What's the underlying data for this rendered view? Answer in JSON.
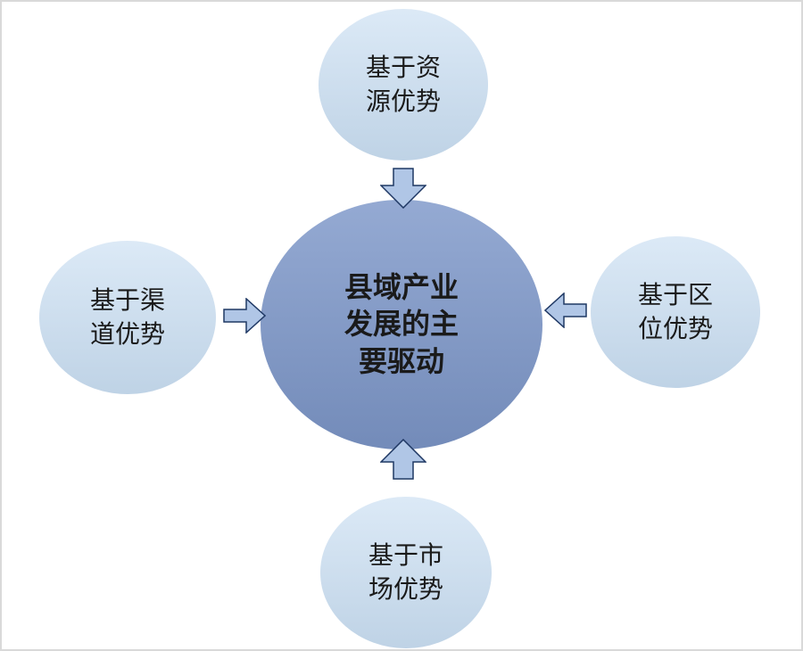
{
  "diagram": {
    "type": "hub-and-spoke",
    "center": {
      "label": "县域产业发展的主要驱动"
    },
    "nodes": [
      {
        "position": "top",
        "label": "基于资源优势",
        "arrow_direction": "down"
      },
      {
        "position": "left",
        "label": "基于渠道优势",
        "arrow_direction": "right"
      },
      {
        "position": "right",
        "label": "基于区位优势",
        "arrow_direction": "left"
      },
      {
        "position": "bottom",
        "label": "基于市场优势",
        "arrow_direction": "up"
      }
    ],
    "colors": {
      "center_fill": "#7d97c9",
      "node_fill": "#c9def2",
      "arrow_fill": "#b0c6e6",
      "arrow_outline": "#1f3864",
      "text": "#1a1a1a",
      "background": "#ffffff",
      "frame": "#d9d9d9"
    }
  }
}
